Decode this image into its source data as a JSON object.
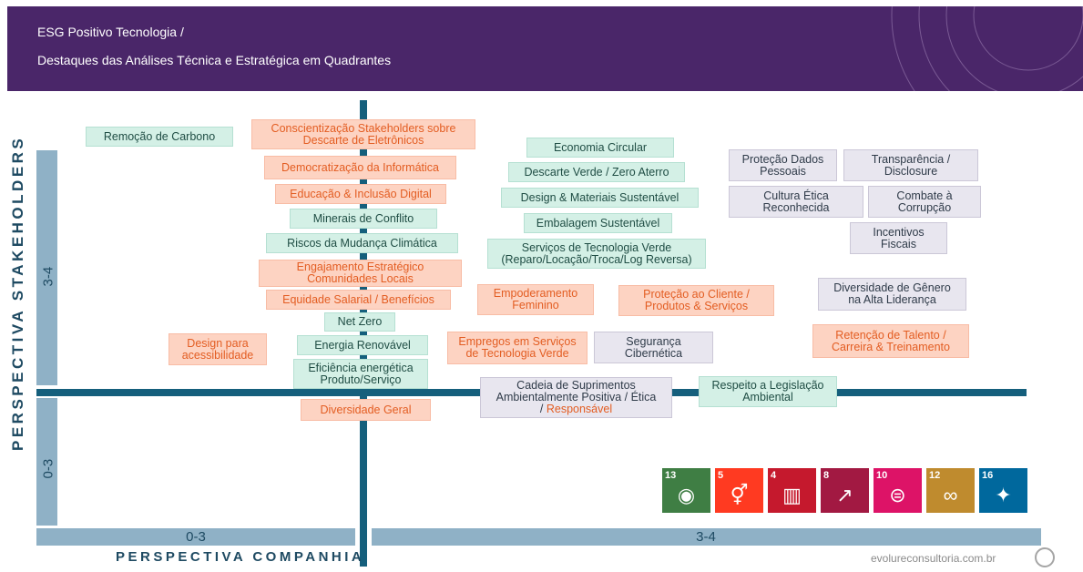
{
  "header": {
    "line1": "ESG Positivo Tecnologia /",
    "line2": "Destaques das Análises Técnica e Estratégica  em Quadrantes"
  },
  "axes": {
    "y_title": "PERSPECTIVA STAKEHOLDERS",
    "x_title": "PERSPECTIVA COMPANHIA",
    "y_top": "3-4",
    "y_bottom": "0-3",
    "x_left": "0-3",
    "x_right": "3-4"
  },
  "items": {
    "remocao": "Remoção de Carbono",
    "conscientizacao_1": "Conscientização Stakeholders sobre",
    "conscientizacao_2": "Descarte de Eletrônicos",
    "democratizacao": "Democratização da Informática",
    "educacao": "Educação & Inclusão Digital",
    "minerais": "Minerais de Conflito",
    "riscos": "Riscos da Mudança Climática",
    "engajamento_1": "Engajamento Estratégico",
    "engajamento_2": "Comunidades Locais",
    "equidade": "Equidade Salarial / Benefícios",
    "netzero": "Net Zero",
    "energia": "Energia Renovável",
    "eficiencia_1": "Eficiência energética",
    "eficiencia_2": "Produto/Serviço",
    "design_1": "Design para",
    "design_2": "acessibilidade",
    "diversidade_geral": "Diversidade Geral",
    "economia": "Economia Circular",
    "descarte": "Descarte Verde / Zero Aterro",
    "design_mat": "Design & Materiais Sustentável",
    "embalagem": "Embalagem Sustentável",
    "servicos_1": "Serviços de Tecnologia Verde",
    "servicos_2": "(Reparo/Locação/Troca/Log Reversa)",
    "empoderamento_1": "Empoderamento",
    "empoderamento_2": "Feminino",
    "protecao_cliente_1": "Proteção ao Cliente /",
    "protecao_cliente_2": "Produtos & Serviços",
    "empregos_1": "Empregos em Serviços",
    "empregos_2": "de Tecnologia Verde",
    "seguranca_1": "Segurança",
    "seguranca_2": "Cibernética",
    "cadeia_1": "Cadeia de Suprimentos",
    "cadeia_2": "Ambientalmente Positiva / Ética",
    "cadeia_3a": "/ ",
    "cadeia_3b": "Responsável",
    "respeito_1": "Respeito a Legislação",
    "respeito_2": "Ambiental",
    "protecao_dados_1": "Proteção Dados",
    "protecao_dados_2": "Pessoais",
    "transparencia_1": "Transparência /",
    "transparencia_2": "Disclosure",
    "cultura_1": "Cultura Ética",
    "cultura_2": "Reconhecida",
    "combate_1": "Combate à",
    "combate_2": "Corrupção",
    "incentivos_1": "Incentivos",
    "incentivos_2": "Fiscais",
    "diversidade_genero_1": "Diversidade de Gênero",
    "diversidade_genero_2": "na Alta Liderança",
    "retencao_1": "Retenção de Talento /",
    "retencao_2": "Carreira & Treinamento"
  },
  "sdg_icons": [
    {
      "num": "13",
      "color": "#3f7e44",
      "icon": "eye-icon",
      "glyph": "◉"
    },
    {
      "num": "5",
      "color": "#ff3a21",
      "icon": "gender-icon",
      "glyph": "⚥"
    },
    {
      "num": "4",
      "color": "#c5192d",
      "icon": "book-icon",
      "glyph": "▥"
    },
    {
      "num": "8",
      "color": "#a21942",
      "icon": "growth-icon",
      "glyph": "↗"
    },
    {
      "num": "10",
      "color": "#dd1367",
      "icon": "equality-icon",
      "glyph": "⊜"
    },
    {
      "num": "12",
      "color": "#bf8b2e",
      "icon": "infinity-icon",
      "glyph": "∞"
    },
    {
      "num": "16",
      "color": "#00689d",
      "icon": "dove-icon",
      "glyph": "✦"
    }
  ],
  "footer": {
    "site": "evolureconsultoria.com.br"
  }
}
